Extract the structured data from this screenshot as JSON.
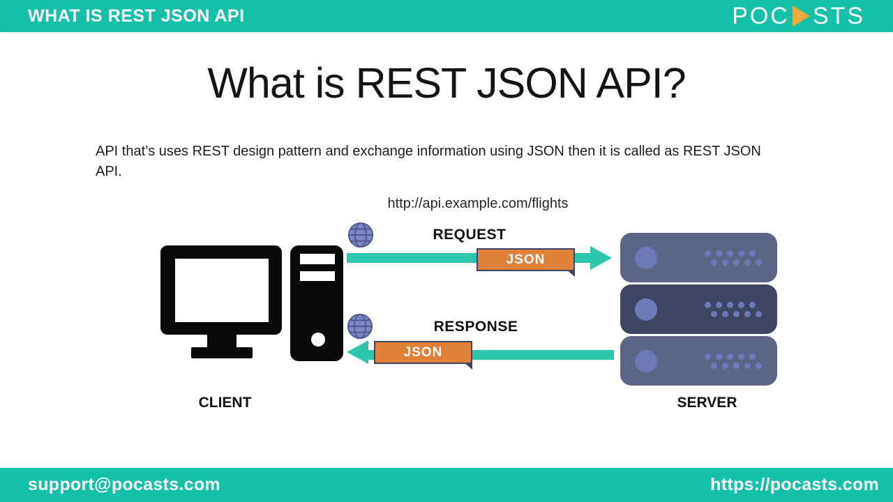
{
  "header": {
    "title": "WHAT IS REST JSON API",
    "logo_pre": "POC",
    "logo_post": "STS"
  },
  "slide": {
    "title": "What is REST JSON API?",
    "description": "API that’s uses REST design pattern and exchange information using JSON then it is called as REST JSON API."
  },
  "diagram": {
    "endpoint_url": "http://api.example.com/flights",
    "request_label": "REQUEST",
    "request_badge": "JSON",
    "response_label": "RESPONSE",
    "response_badge": "JSON",
    "client_label": "CLIENT",
    "server_label": "SERVER"
  },
  "footer": {
    "email": "support@pocasts.com",
    "website": "https://pocasts.com"
  },
  "colors": {
    "teal_bar": "#13c1a9",
    "arrow_teal": "#2cc7ad",
    "badge_orange": "#e0813a",
    "badge_border": "#3f4466",
    "server_body": "#5c6585",
    "server_body_dark": "#3e4663",
    "server_accent": "#6d79b9",
    "globe_fill": "#7d87c1",
    "globe_stroke": "#4d5794",
    "play_gold": "#f2a93b"
  }
}
